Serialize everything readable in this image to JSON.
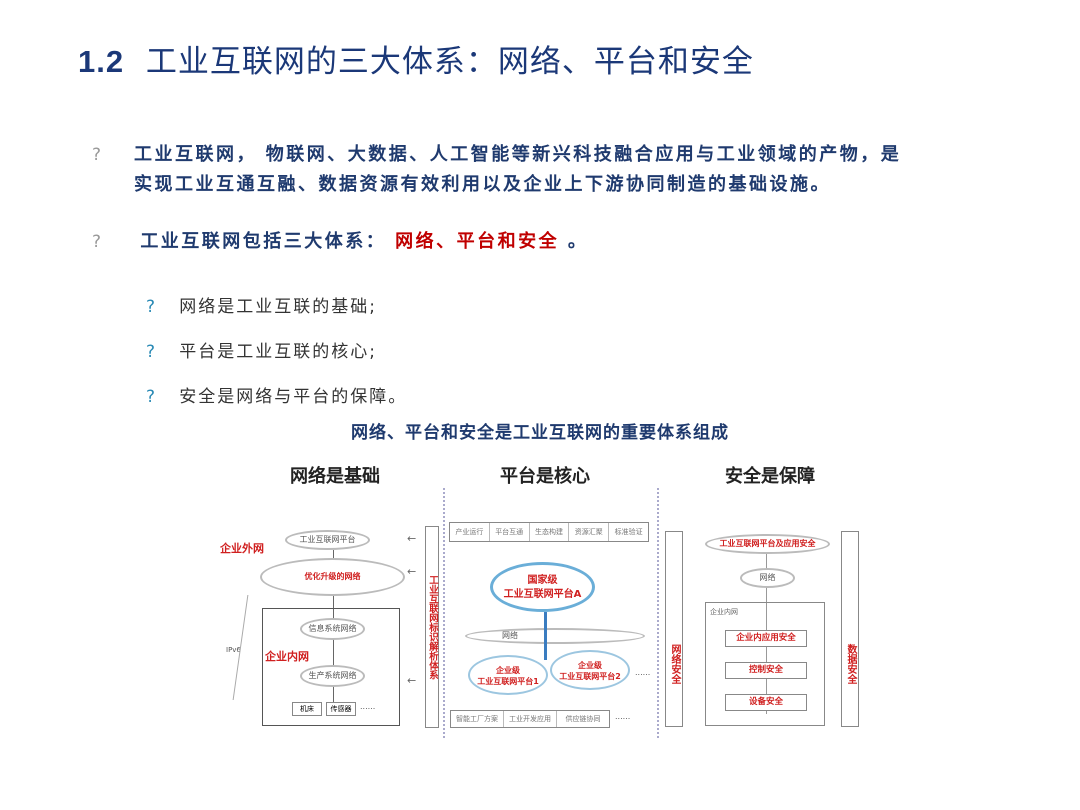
{
  "title": {
    "number": "1.2",
    "text": "工业互联网的三大体系：网络、平台和安全"
  },
  "bullets": [
    {
      "marker": "?",
      "line1": "工业互联网， 物联网、大数据、人工智能等新兴科技融合应用与工业领域的产物，是",
      "line2": "实现工业互通互融、数据资源有效利用以及企业上下游协同制造的基础设施。"
    },
    {
      "marker": "?",
      "prefix": "工业互联网包括三大体系：",
      "highlight": "网络、平台和安全",
      "suffix": "。"
    }
  ],
  "sub_bullets": [
    {
      "marker": "?",
      "text": "网络是工业互联的基础;"
    },
    {
      "marker": "?",
      "text": "平台是工业互联的核心;"
    },
    {
      "marker": "?",
      "text": "安全是网络与平台的保障。"
    }
  ],
  "diagram": {
    "caption": "网络、平台和安全是工业互联网的重要体系组成",
    "network": {
      "heading": "网络是基础",
      "outer_label": "企业外网",
      "inner_label": "企业内网",
      "platform_cloud": "工业互联网平台",
      "upgraded_cloud": "优化升级的网络",
      "info_cloud": "信息系统网络",
      "prod_cloud": "生产系统网络",
      "devices": [
        "机床",
        "传感器"
      ],
      "ellipsis": "......",
      "ipv6": "IPv6",
      "identity_bar": "工业互联网标识解析体系"
    },
    "platform": {
      "heading": "平台是核心",
      "top_items": [
        "产业运行",
        "平台互通",
        "生态构建",
        "资源汇聚",
        "标准验证"
      ],
      "national": [
        "国家级",
        "工业互联网平台A"
      ],
      "network": "网络",
      "enterprise1": [
        "企业级",
        "工业互联网平台1"
      ],
      "enterprise2": [
        "企业级",
        "工业互联网平台2"
      ],
      "bottom_items": [
        "智能工厂方案",
        "工业开发应用",
        "供应链协同"
      ],
      "ellipsis": "......"
    },
    "security": {
      "heading": "安全是保障",
      "left_bar": "网络安全",
      "right_bar": "数据安全",
      "platform_security": "工业互联网平台及应用安全",
      "network": "网络",
      "intranet": "企业内网",
      "layers": [
        "企业内应用安全",
        "控制安全",
        "设备安全"
      ]
    }
  }
}
